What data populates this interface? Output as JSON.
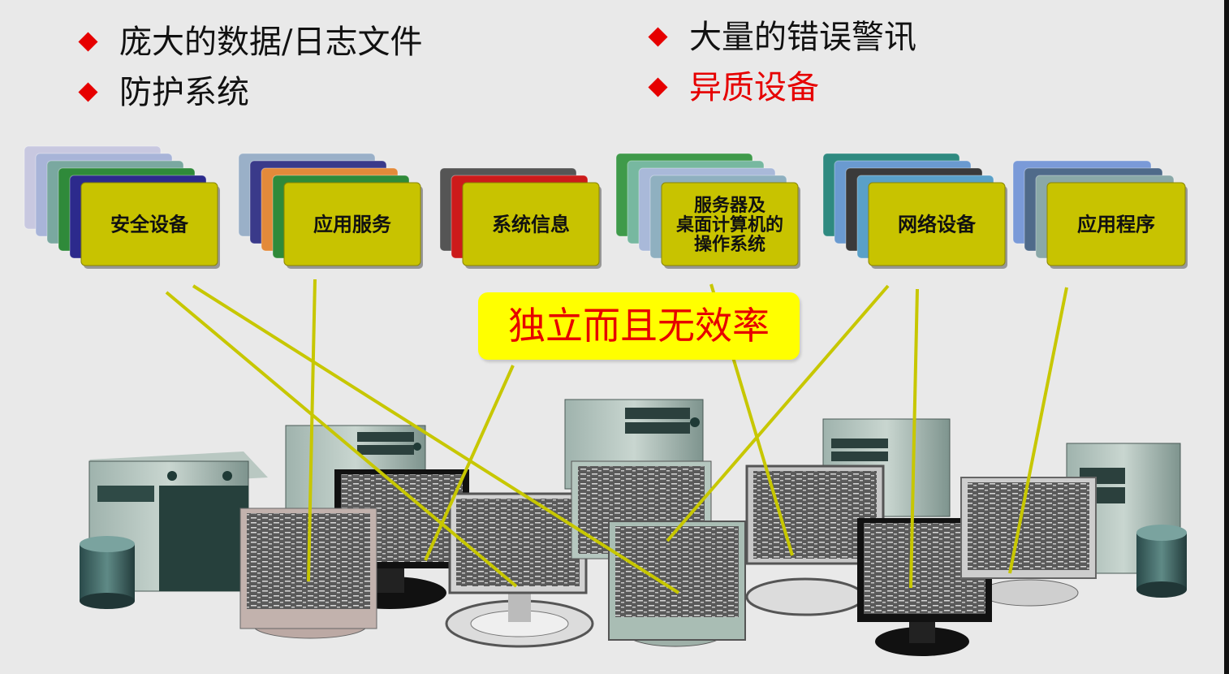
{
  "bullets": [
    {
      "text": "庞大的数据/日志文件",
      "color": "#111111"
    },
    {
      "text": "防护系统",
      "color": "#111111"
    },
    {
      "text": "大量的错误警讯",
      "color": "#111111"
    },
    {
      "text": "异质设备",
      "color": "#e60000"
    }
  ],
  "boxes": [
    {
      "lines": [
        "安全设备"
      ],
      "stack": [
        "#c8c8e0",
        "#a8b4d8",
        "#7aa8a0",
        "#2f8a3a",
        "#2c2a8c"
      ]
    },
    {
      "lines": [
        "应用服务"
      ],
      "stack": [
        "#9ab0c8",
        "#3a3a8a",
        "#e38a3a",
        "#2f8a3a"
      ]
    },
    {
      "lines": [
        "系统信息"
      ],
      "stack": [
        "#555555",
        "#cc1b1b"
      ]
    },
    {
      "lines": [
        "服务器及",
        "桌面计算机的",
        "操作系统"
      ],
      "stack": [
        "#3f9a4a",
        "#77b8a0",
        "#a9b9d9",
        "#8fb0c0"
      ]
    },
    {
      "lines": [
        "网络设备"
      ],
      "stack": [
        "#2f8a80",
        "#6a9ad0",
        "#3a3a3a",
        "#5aa0c8"
      ]
    },
    {
      "lines": [
        "应用程序"
      ],
      "stack": [
        "#7a9ad8",
        "#4f6a8a",
        "#8aa8a8"
      ]
    }
  ],
  "caption": "独立而且无效率",
  "colors": {
    "box_fill": "#c8c300",
    "line": "#c7c700",
    "bullet_marker": "#e60000"
  },
  "icons": [
    "diamond-bullet-icon",
    "server-tower-icon",
    "monitor-icon",
    "database-cylinder-icon"
  ]
}
